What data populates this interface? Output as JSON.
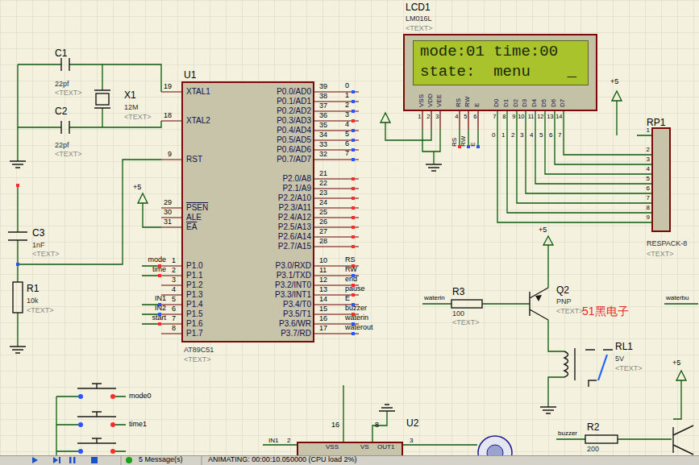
{
  "diagram": {
    "nodes": [
      {
        "text": [
          "LCD1",
          "LM016L",
          "<TEXT>"
        ]
      },
      {
        "text": [
          "mode:01 time:00",
          "state:  menu    _"
        ],
        "in": 0
      },
      {
        "text": [
          "U1",
          "AT89C51",
          "<TEXT>"
        ]
      },
      {
        "text": [
          "RP1",
          "RESPACK-8",
          "<TEXT>"
        ]
      },
      {
        "text": [
          "U2"
        ]
      }
    ],
    "edges": [
      {
        "from": 0,
        "to": 3,
        "arrow": "none"
      },
      {
        "from": 0,
        "to": 3,
        "arrow": "none"
      },
      {
        "from": 0,
        "to": 3,
        "arrow": "none"
      },
      {
        "from": 0,
        "to": 3,
        "arrow": "none"
      },
      {
        "from": 0,
        "to": 3,
        "arrow": "none"
      },
      {
        "from": 0,
        "to": 3,
        "arrow": "none"
      },
      {
        "from": 0,
        "to": 3,
        "arrow": "none"
      },
      {
        "from": 0,
        "to": 3,
        "arrow": "none"
      }
    ],
    "labels": [
      "C1",
      "22pf",
      "<TEXT>",
      "C2",
      "22pf",
      "<TEXT>",
      "X1",
      "12M",
      "<TEXT>",
      "19",
      "18",
      "9",
      "+5",
      "29",
      "30",
      "31",
      "C3",
      "1nF",
      "<TEXT>",
      "R1",
      "10k",
      "<TEXT>",
      "XTAL1",
      "XTAL2",
      "RST",
      "PSEN",
      "ALE",
      "EA",
      "P1.0",
      "P1.1",
      "P1.2",
      "P1.3",
      "P1.4",
      "P1.5",
      "P1.6",
      "P1.7",
      "1",
      "2",
      "3",
      "4",
      "5",
      "6",
      "7",
      "8",
      "mode",
      "time",
      "IN1",
      "IN2",
      "start",
      "P0.0/AD0",
      "P0.1/AD1",
      "P0.2/AD2",
      "P0.3/AD3",
      "P0.4/AD4",
      "P0.5/AD5",
      "P0.6/AD6",
      "P0.7/AD7",
      "P2.0/A8",
      "P2.1/A9",
      "P2.2/A10",
      "P2.3/A11",
      "P2.4/A12",
      "P2.5/A13",
      "P2.6/A14",
      "P2.7/A15",
      "P3.0/RXD",
      "P3.1/TXD",
      "P3.2/INT0",
      "P3.3/INT1",
      "P3.4/T0",
      "P3.5/T1",
      "P3.6/WR",
      "P3.7/RD",
      "39",
      "38",
      "37",
      "36",
      "35",
      "34",
      "33",
      "32",
      "21",
      "22",
      "23",
      "24",
      "25",
      "26",
      "27",
      "28",
      "10",
      "11",
      "12",
      "13",
      "14",
      "15",
      "16",
      "17",
      "0",
      "1",
      "2",
      "3",
      "4",
      "5",
      "6",
      "7",
      "RS",
      "RW",
      "end",
      "pause",
      "E",
      "buzzer",
      "waterin",
      "waterout",
      "VSS",
      "VDD",
      "VEE",
      "RS",
      "RW",
      "E",
      "D0",
      "D1",
      "D2",
      "D3",
      "D4",
      "D5",
      "D6",
      "D7",
      "1",
      "2",
      "3",
      "4",
      "5",
      "6",
      "7",
      "8",
      "9",
      "10",
      "11",
      "12",
      "13",
      "14",
      "RS",
      "RW",
      "E",
      "0",
      "1",
      "2",
      "3",
      "4",
      "5",
      "6",
      "7",
      "1",
      "2",
      "3",
      "4",
      "5",
      "6",
      "7",
      "8",
      "9",
      "+5",
      "+5",
      "waterin",
      "R3",
      "100",
      "<TEXT>",
      "Q2",
      "PNP",
      "<TEXT>",
      "51黑电子",
      "RL1",
      "5V",
      "<TEXT>",
      "waterbu",
      "+5",
      "buzzer",
      "R2",
      "200",
      "mode0",
      "time1",
      "16",
      "8",
      "IN1",
      "2",
      "VSS",
      "VS",
      "OUT1",
      "3",
      "5 Message(s)",
      "ANIMATING: 00:00:10.050000 (CPU load 2%)"
    ]
  }
}
